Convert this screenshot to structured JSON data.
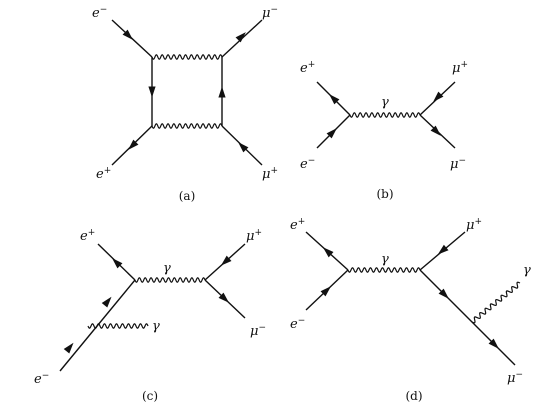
{
  "diagrams": [
    {
      "caption": "(a)",
      "labels": [
        {
          "base": "e",
          "sup": "−"
        },
        {
          "base": "μ",
          "sup": "−"
        },
        {
          "base": "e",
          "sup": "+"
        },
        {
          "base": "μ",
          "sup": "+"
        }
      ]
    },
    {
      "caption": "(b)",
      "labels": [
        {
          "base": "e",
          "sup": "+"
        },
        {
          "base": "μ",
          "sup": "+"
        },
        {
          "base": "e",
          "sup": "−"
        },
        {
          "base": "μ",
          "sup": "−"
        }
      ],
      "photon": "γ"
    },
    {
      "caption": "(c)",
      "labels": [
        {
          "base": "e",
          "sup": "+"
        },
        {
          "base": "μ",
          "sup": "+"
        },
        {
          "base": "e",
          "sup": "−"
        },
        {
          "base": "μ",
          "sup": "−"
        }
      ],
      "photon": "γ",
      "radiated_photon": "γ"
    },
    {
      "caption": "(d)",
      "labels": [
        {
          "base": "e",
          "sup": "+"
        },
        {
          "base": "μ",
          "sup": "+"
        },
        {
          "base": "e",
          "sup": "−"
        },
        {
          "base": "μ",
          "sup": "−"
        }
      ],
      "photon": "γ",
      "radiated_photon": "γ"
    }
  ]
}
